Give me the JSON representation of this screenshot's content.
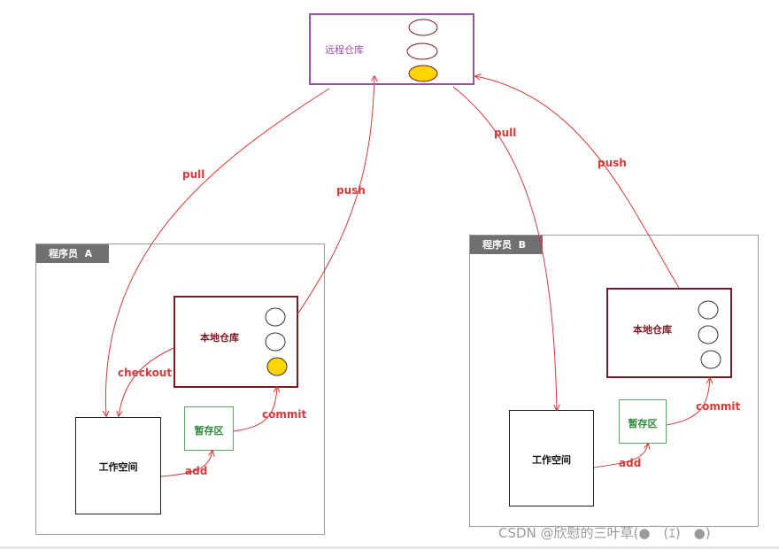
{
  "remote": {
    "label": "远程仓库",
    "commits": [
      "empty",
      "empty",
      "filled"
    ]
  },
  "programmer_a": {
    "tab": "程序员  A",
    "local_repo": "本地仓库",
    "local_commits": [
      "empty",
      "empty",
      "filled"
    ],
    "staging": "暂存区",
    "workspace": "工作空间"
  },
  "programmer_b": {
    "tab": "程序员  B",
    "local_repo": "本地仓库",
    "local_commits": [
      "empty",
      "empty",
      "empty"
    ],
    "staging": "暂存区",
    "workspace": "工作空间"
  },
  "arrows": {
    "a_pull": "pull",
    "a_push": "push",
    "a_checkout": "checkout",
    "a_commit": "commit",
    "a_add": "add",
    "b_pull": "pull",
    "b_push": "push",
    "b_commit": "commit",
    "b_add": "add"
  },
  "watermark": "CSDN @欣慰的三叶草(●￣(ｴ)￣●)",
  "colors": {
    "remote_border": "#9b4fa6",
    "local_border": "#7a1a22",
    "staging_border": "#5aaa63",
    "arrow": "#d63a3a",
    "commit_filled": "#ffd400",
    "commit_empty_border": "#7a1a22"
  }
}
